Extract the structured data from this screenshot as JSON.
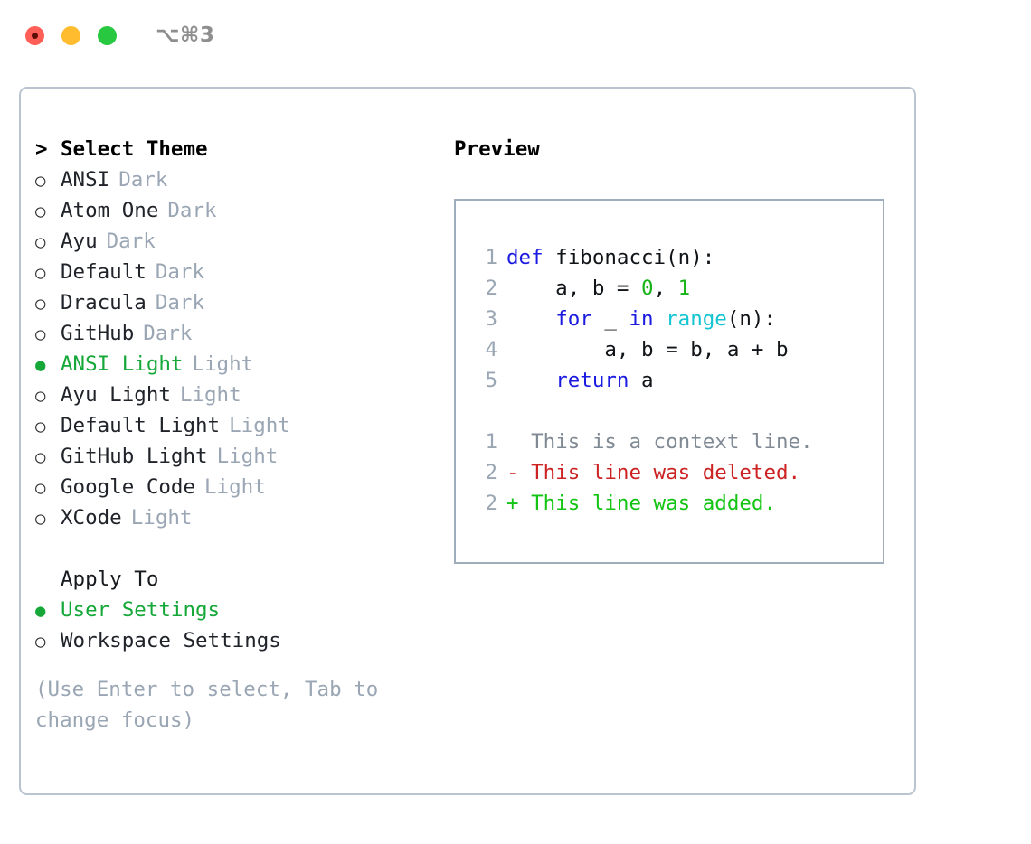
{
  "window": {
    "shortcut_label": "⌥⌘3",
    "traffic_lights": [
      "close",
      "minimize",
      "zoom"
    ],
    "colors": {
      "close": "#ff5f57",
      "minimize": "#febc2e",
      "zoom": "#28c840",
      "frame_border": "#b9c4d1",
      "panel_border": "#9fadbd",
      "accent_green": "#15a839",
      "muted_grey": "#9aa6b4"
    }
  },
  "theme_panel": {
    "prompt_marker": ">",
    "title": "Select Theme",
    "radio_off": "○",
    "radio_on": "●",
    "items": [
      {
        "name": "ANSI",
        "tag": "Dark",
        "selected": false
      },
      {
        "name": "Atom One",
        "tag": "Dark",
        "selected": false
      },
      {
        "name": "Ayu",
        "tag": "Dark",
        "selected": false
      },
      {
        "name": "Default",
        "tag": "Dark",
        "selected": false
      },
      {
        "name": "Dracula",
        "tag": "Dark",
        "selected": false
      },
      {
        "name": "GitHub",
        "tag": "Dark",
        "selected": false
      },
      {
        "name": "ANSI Light",
        "tag": "Light",
        "selected": true
      },
      {
        "name": "Ayu Light",
        "tag": "Light",
        "selected": false
      },
      {
        "name": "Default Light",
        "tag": "Light",
        "selected": false
      },
      {
        "name": "GitHub Light",
        "tag": "Light",
        "selected": false
      },
      {
        "name": "Google Code",
        "tag": "Light",
        "selected": false
      },
      {
        "name": "XCode",
        "tag": "Light",
        "selected": false
      }
    ]
  },
  "apply_to": {
    "title": "Apply To",
    "options": [
      {
        "label": "User Settings",
        "selected": true
      },
      {
        "label": "Workspace Settings",
        "selected": false
      }
    ]
  },
  "hint": "(Use Enter to select, Tab to change focus)",
  "preview": {
    "label": "Preview",
    "code_lines": [
      {
        "n": "1",
        "tokens": [
          {
            "t": "def",
            "c": "kw"
          },
          {
            "t": " fibonacci(n):",
            "c": "txt"
          }
        ]
      },
      {
        "n": "2",
        "tokens": [
          {
            "t": "    a, b = ",
            "c": "txt"
          },
          {
            "t": "0",
            "c": "num"
          },
          {
            "t": ", ",
            "c": "txt"
          },
          {
            "t": "1",
            "c": "num"
          }
        ]
      },
      {
        "n": "3",
        "tokens": [
          {
            "t": "    ",
            "c": "txt"
          },
          {
            "t": "for",
            "c": "kw"
          },
          {
            "t": " _ ",
            "c": "txt"
          },
          {
            "t": "in",
            "c": "kw"
          },
          {
            "t": " ",
            "c": "txt"
          },
          {
            "t": "range",
            "c": "fn"
          },
          {
            "t": "(n):",
            "c": "txt"
          }
        ]
      },
      {
        "n": "4",
        "tokens": [
          {
            "t": "        a, b = b, a + b",
            "c": "txt"
          }
        ]
      },
      {
        "n": "5",
        "tokens": [
          {
            "t": "    ",
            "c": "txt"
          },
          {
            "t": "return",
            "c": "kw"
          },
          {
            "t": " a",
            "c": "txt"
          }
        ]
      }
    ],
    "diff_lines": [
      {
        "n": "1",
        "sign": " ",
        "text": "This is a context line.",
        "kind": "ctx"
      },
      {
        "n": "2",
        "sign": "-",
        "text": "This line was deleted.",
        "kind": "del"
      },
      {
        "n": "2",
        "sign": "+",
        "text": "This line was added.",
        "kind": "add"
      }
    ]
  }
}
